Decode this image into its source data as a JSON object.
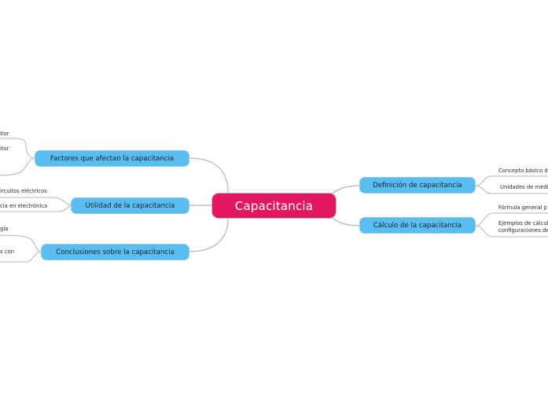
{
  "central": {
    "label": "Capacitancia"
  },
  "branches": {
    "factores": {
      "label": "Factores que afectan la capacitancia",
      "leaves": [
        "itor",
        "itor"
      ]
    },
    "utilidad": {
      "label": "Utilidad de la capacitancia",
      "leaves": [
        "ircuitos eléctricos",
        "cia en electrónica"
      ]
    },
    "conclusiones": {
      "label": "Conclusiones sobre la capacitancia",
      "leaves": [
        "gía",
        "s con"
      ]
    },
    "definicion": {
      "label": "Definición de capacitancia",
      "leaves": [
        "Concepto básico d",
        "Unidades de medi"
      ]
    },
    "calculo": {
      "label": "Cálculo de la capacitancia",
      "leaves": [
        "Fórmula general p",
        "Ejemplos de cálcul",
        "configuraciones de"
      ]
    }
  },
  "colors": {
    "central_fill": "#e3175f",
    "branch_fill": "#59bdf0",
    "connector": "#b5b5b5"
  }
}
